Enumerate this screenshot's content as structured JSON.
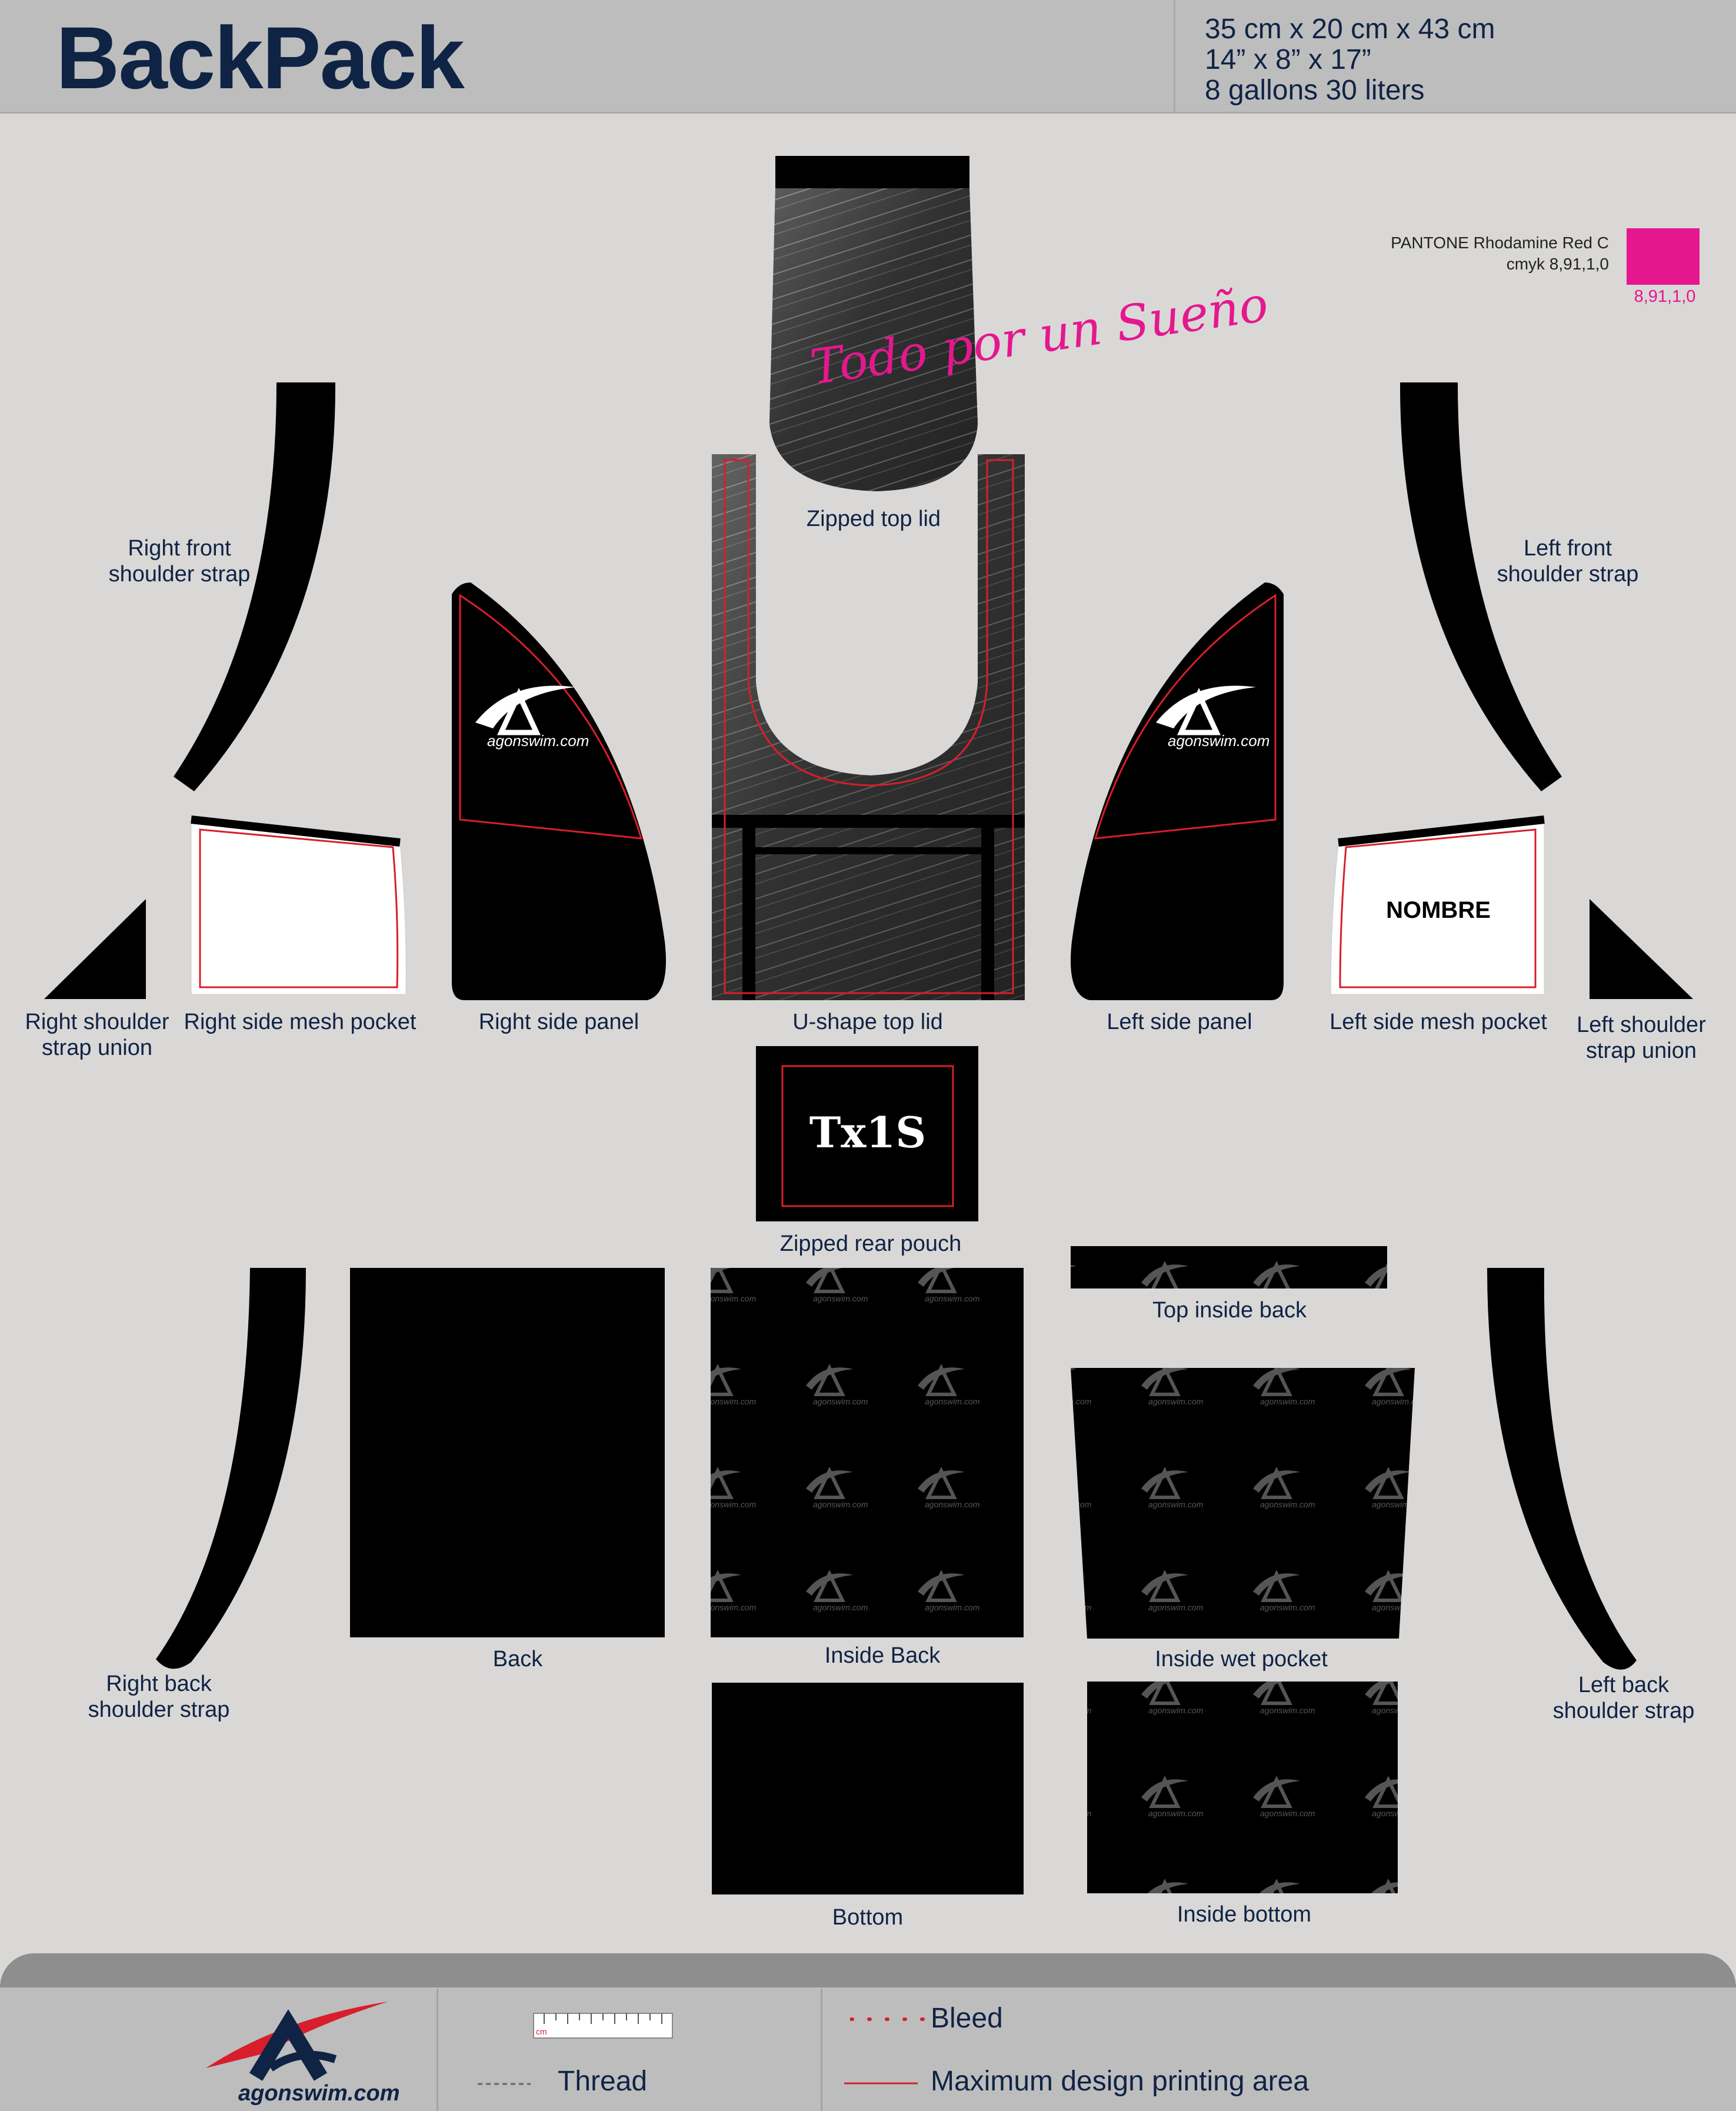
{
  "header": {
    "title": "BackPack",
    "dimensions_cm": "35 cm x 20 cm x 43 cm",
    "dimensions_in": "14” x 8” x 17”",
    "capacity": "8 gallons  30 liters"
  },
  "color_reference": {
    "pantone": "PANTONE Rhodamine Red C",
    "cmyk": "cmyk 8,91,1,0",
    "swatch_label": "8,91,1,0",
    "swatch_hex": "#e5178f"
  },
  "artwork": {
    "script_text": "Todo por un Sueño",
    "brand_text": "agonswim.com",
    "mesh_pocket_name": "NOMBRE",
    "rear_pouch_text": "Tx1S"
  },
  "pieces": {
    "zipped_top_lid": "Zipped top lid",
    "right_front_strap": [
      "Right front",
      "shoulder strap"
    ],
    "left_front_strap": [
      "Left front",
      "shoulder strap"
    ],
    "right_strap_union": [
      "Right shoulder",
      "strap union"
    ],
    "right_mesh_pocket": "Right side mesh pocket",
    "right_side_panel": "Right side panel",
    "u_shape_top_lid": "U-shape top lid",
    "left_side_panel": "Left side panel",
    "left_mesh_pocket": "Left side mesh pocket",
    "left_strap_union": [
      "Left shoulder",
      "strap union"
    ],
    "zipped_rear_pouch": "Zipped rear pouch",
    "top_inside_back": "Top inside back",
    "back": "Back",
    "inside_back": "Inside Back",
    "inside_wet_pocket": "Inside wet pocket",
    "right_back_strap": [
      "Right back",
      "shoulder strap"
    ],
    "left_back_strap": [
      "Left back",
      "shoulder strap"
    ],
    "bottom": "Bottom",
    "inside_bottom": "Inside bottom"
  },
  "footer": {
    "logo_text": "agonswim.com",
    "ruler_label": "cm",
    "thread": "Thread",
    "bleed": "Bleed",
    "max_print": "Maximum design printing area",
    "bleed_color": "#d81e2c",
    "max_print_color": "#d81e2c"
  }
}
